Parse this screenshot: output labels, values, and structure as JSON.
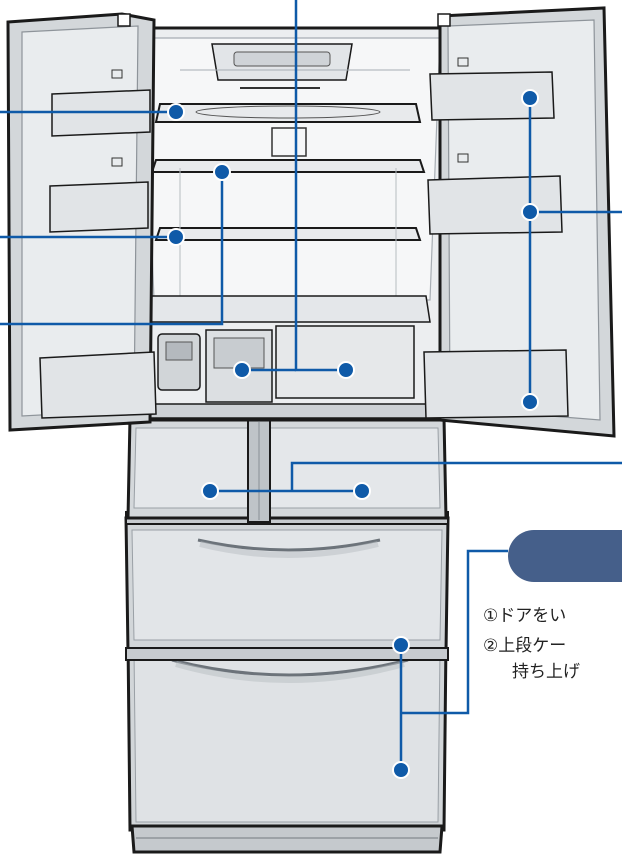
{
  "colors": {
    "outline": "#1a1a1a",
    "metal": "#d2d6d9",
    "metal_light": "#e9ecee",
    "metal_dark": "#b3b8bd",
    "interior": "#f4f5f6",
    "callout": "#0f5aa8",
    "badge": "#455f8a"
  },
  "icons": {
    "callout_dot": "blue-dot-marker"
  },
  "instructions": {
    "step1": "①ドアをい",
    "step2": "②上段ケー",
    "step2_cont": "持ち上げ"
  }
}
